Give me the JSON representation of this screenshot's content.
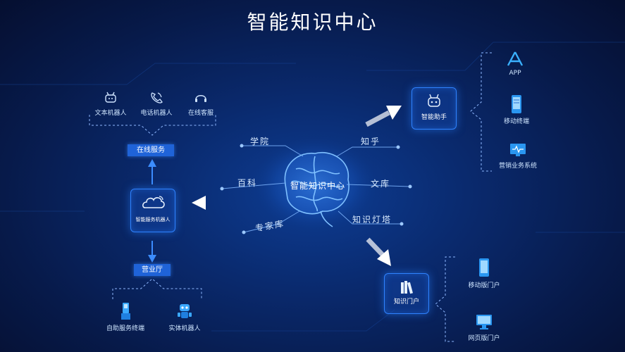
{
  "title": "智能知识中心",
  "hub": {
    "label": "智能知识中心"
  },
  "branches": {
    "xueyuan": "学院",
    "baike": "百科",
    "zhuanjiaku": "专家库",
    "zhihu": "知乎",
    "wenku": "文库",
    "dengta": "知识灯塔"
  },
  "left": {
    "robot_box": "智能服务机器人",
    "top_tag": "在线服务",
    "bottom_tag": "营业厅",
    "top_items": [
      "文本机器人",
      "电话机器人",
      "在线客服"
    ],
    "bottom_items": [
      "自助服务终端",
      "实体机器人"
    ]
  },
  "right_top": {
    "box": "智能助手",
    "items": [
      "APP",
      "移动终端",
      "营销业务系统"
    ]
  },
  "right_bottom": {
    "box": "知识门户",
    "items": [
      "移动版门户",
      "网页版门户"
    ]
  },
  "colors": {
    "background": "#0a2a6e",
    "accent": "#2f82ff",
    "tag": "#1f63d8",
    "text": "#cfe6ff"
  },
  "icons": [
    "robot-icon",
    "phone-icon",
    "headset-icon",
    "cloud-icon",
    "kiosk-icon",
    "app-store-icon",
    "mobile-icon",
    "monitor-icon",
    "books-icon",
    "brain-icon"
  ]
}
